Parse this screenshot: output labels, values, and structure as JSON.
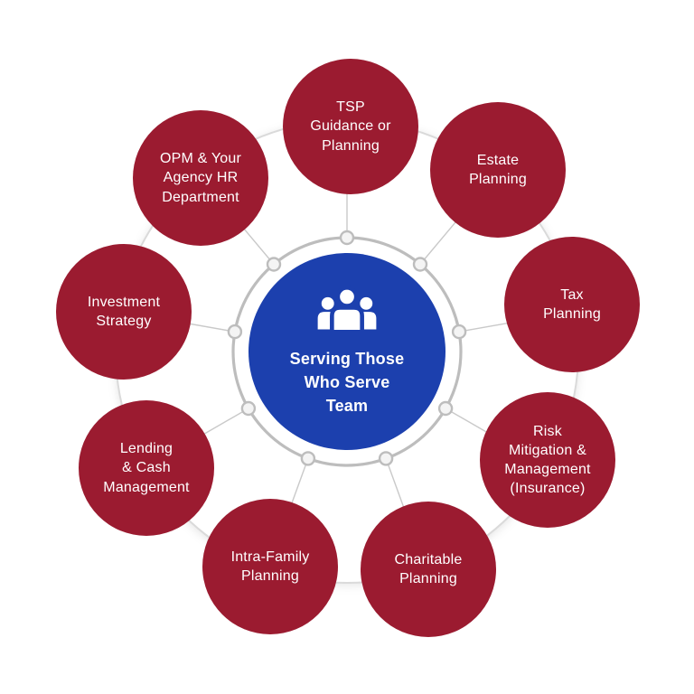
{
  "diagram": {
    "type": "hub-and-spoke",
    "description": "Central team circle connected by spokes to nine service circles"
  },
  "colors": {
    "node_red": "#9B1B30",
    "center_blue": "#1C40AE",
    "ring_gray": "#BDBDBD",
    "line_gray": "#C9C9C9",
    "outer_border": "#DADADA",
    "text_white": "#FFFFFF",
    "background": "#FFFFFF"
  },
  "center": {
    "icon": "people-group-icon",
    "label": "Serving Those\nWho Serve\nTeam"
  },
  "nodes": [
    {
      "label": "TSP\nGuidance or\nPlanning"
    },
    {
      "label": "Estate\nPlanning"
    },
    {
      "label": "Tax\nPlanning"
    },
    {
      "label": "Risk\nMitigation &\nManagement\n(Insurance)"
    },
    {
      "label": "Charitable\nPlanning"
    },
    {
      "label": "Intra-Family\nPlanning"
    },
    {
      "label": "Lending\n& Cash\nManagement"
    },
    {
      "label": "Investment\nStrategy"
    },
    {
      "label": "OPM & Your\nAgency HR\nDepartment"
    }
  ]
}
